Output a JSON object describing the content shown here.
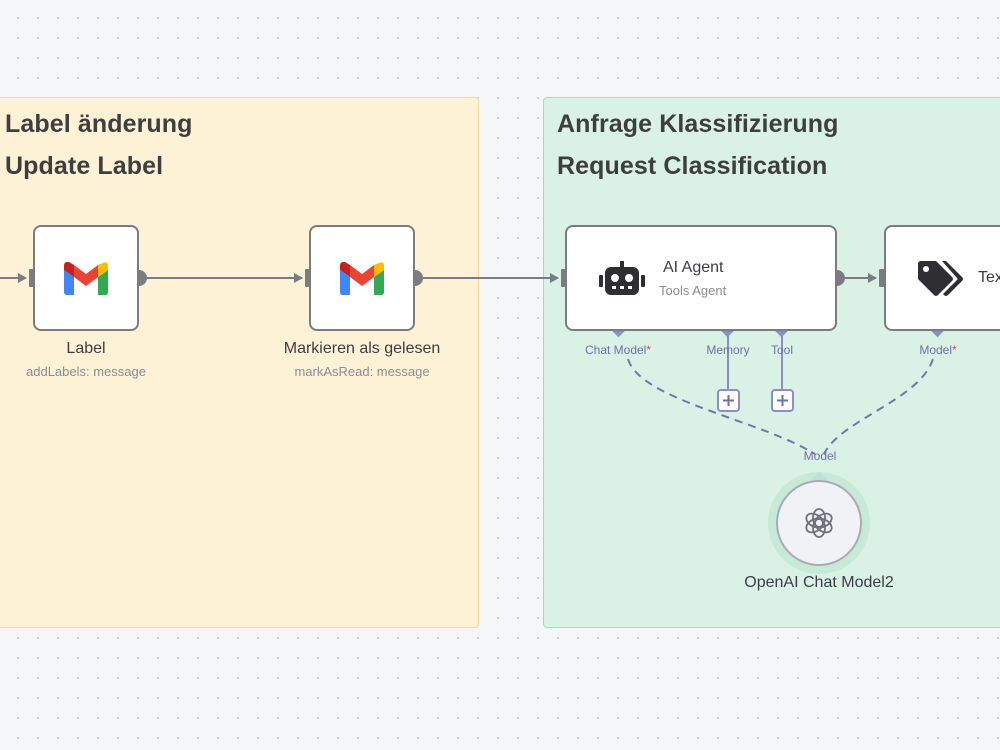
{
  "colors": {
    "canvas_bg": "#f5f6f8",
    "sticky_yellow": "#fdf2d6",
    "sticky_green": "#d9f2e5",
    "node_border": "#7b7b82",
    "connection": "#7b7b82",
    "ai_port": "#8b8fc7",
    "required_marker": "#e0445e"
  },
  "stickies": {
    "label_update": {
      "title_de": "Label änderung",
      "title_en": "Update Label"
    },
    "classification": {
      "title_de": "Anfrage Klassifizierung",
      "title_en": "Request Classification"
    }
  },
  "nodes": {
    "label": {
      "icon": "gmail-icon",
      "name": "Label",
      "subtitle": "addLabels: message"
    },
    "mark_read": {
      "icon": "gmail-icon",
      "name": "Markieren als gelesen",
      "subtitle": "markAsRead: message"
    },
    "ai_agent": {
      "icon": "robot-icon",
      "name": "AI Agent",
      "subtitle": "Tools Agent"
    },
    "text_classifier": {
      "icon": "tags-icon",
      "name": "Tex"
    },
    "openai_model": {
      "icon": "openai-icon",
      "name": "OpenAI Chat Model2"
    }
  },
  "ports": {
    "chat_model": {
      "label": "Chat Model",
      "required": "*"
    },
    "memory": {
      "label": "Memory"
    },
    "tool": {
      "label": "Tool"
    },
    "classifier_model": {
      "label": "Model",
      "required": "*"
    },
    "openai_output": {
      "label": "Model"
    }
  }
}
